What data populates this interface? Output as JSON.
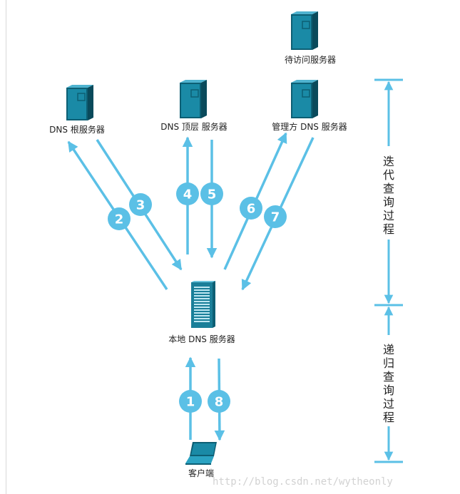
{
  "servers": {
    "target": "待访问服务器",
    "root": "DNS  根服务器",
    "tld": "DNS  顶层  服务器",
    "authoritative": "管理方  DNS  服务器",
    "local": "本地  DNS  服务器"
  },
  "client": "客户端",
  "steps": [
    "1",
    "2",
    "3",
    "4",
    "5",
    "6",
    "7",
    "8"
  ],
  "phases": {
    "iterative": [
      "迭",
      "代",
      "查",
      "询",
      "过",
      "程"
    ],
    "recursive": [
      "递",
      "归",
      "查",
      "询",
      "过",
      "程"
    ]
  },
  "watermark": "http://blog.csdn.net/wytheonly",
  "colors": {
    "accent": "#5bc0e6",
    "server_body": "#1a8aa6",
    "server_dark": "#0d5f74",
    "text": "#222222"
  }
}
